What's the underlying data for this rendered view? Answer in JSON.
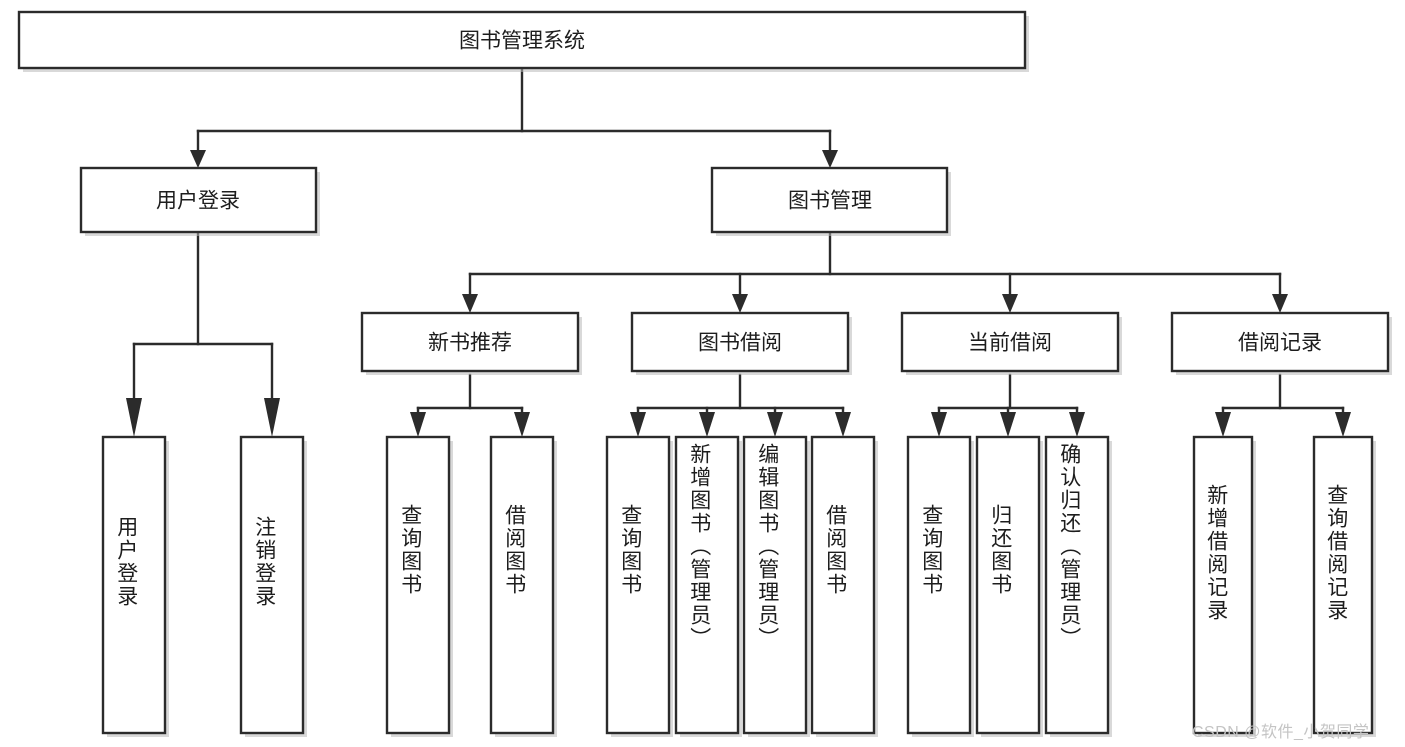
{
  "diagram": {
    "title": "图书管理系统",
    "type": "tree",
    "orientation": "top-down",
    "colors": {
      "node_fill": "#ffffff",
      "node_stroke": "#2b2b2b",
      "text": "#1d1d1d",
      "watermark": "#c4c4c4",
      "background": "#ffffff"
    },
    "root": {
      "id": "root",
      "label": "图书管理系统"
    },
    "level2": [
      {
        "id": "user-login",
        "label": "用户登录"
      },
      {
        "id": "book-manage",
        "label": "图书管理"
      }
    ],
    "level3": [
      {
        "id": "new-book-recommend",
        "label": "新书推荐",
        "parent": "book-manage"
      },
      {
        "id": "book-borrow",
        "label": "图书借阅",
        "parent": "book-manage"
      },
      {
        "id": "current-borrow",
        "label": "当前借阅",
        "parent": "book-manage"
      },
      {
        "id": "borrow-record",
        "label": "借阅记录",
        "parent": "book-manage"
      }
    ],
    "leaves": {
      "user-login": [
        {
          "id": "leaf-user-login",
          "label": "用户登录"
        },
        {
          "id": "leaf-user-logout",
          "label": "注销登录"
        }
      ],
      "new-book-recommend": [
        {
          "id": "leaf-query-book-1",
          "label": "查询图书"
        },
        {
          "id": "leaf-borrow-book-1",
          "label": "借阅图书"
        }
      ],
      "book-borrow": [
        {
          "id": "leaf-query-book-2",
          "label": "查询图书"
        },
        {
          "id": "leaf-add-book",
          "label": "新增图书（管理员）"
        },
        {
          "id": "leaf-edit-book",
          "label": "编辑图书（管理员）"
        },
        {
          "id": "leaf-borrow-book-2",
          "label": "借阅图书"
        }
      ],
      "current-borrow": [
        {
          "id": "leaf-query-book-3",
          "label": "查询图书"
        },
        {
          "id": "leaf-return-book",
          "label": "归还图书"
        },
        {
          "id": "leaf-confirm-return",
          "label": "确认归还（管理员）"
        }
      ],
      "borrow-record": [
        {
          "id": "leaf-add-record",
          "label": "新增借阅记录"
        },
        {
          "id": "leaf-query-record",
          "label": "查询借阅记录"
        }
      ]
    }
  },
  "watermark": {
    "text": "CSDN @软件_小贺同学"
  }
}
